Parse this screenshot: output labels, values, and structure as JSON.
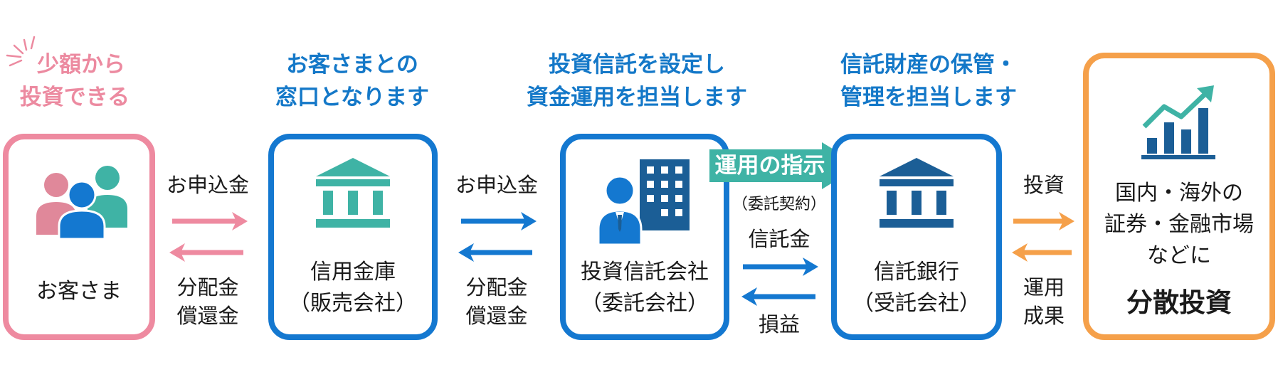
{
  "captions": {
    "customer": [
      "少額から",
      "投資できる"
    ],
    "shinkin": [
      "お客さまとの",
      "窓口となります"
    ],
    "itaku": [
      "投資信託を設定し",
      "資金運用を担当します"
    ],
    "trustbank": [
      "信託財産の保管・",
      "管理を担当します"
    ]
  },
  "boxes": {
    "customer": [
      "お客さま"
    ],
    "shinkin": [
      "信用金庫",
      "（販売会社）"
    ],
    "itaku": [
      "投資信託会社",
      "（委託会社）"
    ],
    "trustbank": [
      "信託銀行",
      "（受託会社）"
    ],
    "market": [
      "国内・海外の",
      "証券・金融市場",
      "などに"
    ],
    "market_emphasis": "分散投資"
  },
  "flows": {
    "a_top": "お申込金",
    "a_bottom": [
      "分配金",
      "償還金"
    ],
    "b_top": "お申込金",
    "b_bottom": [
      "分配金",
      "償還金"
    ],
    "c_instruction": "運用の指示",
    "c_contract": "（委託契約）",
    "c_top": "信託金",
    "c_bottom": "損益",
    "d_top": "投資",
    "d_bottom": [
      "運用",
      "成果"
    ]
  },
  "icons": {
    "customer": "people-group-icon",
    "shinkin": "bank-building-icon",
    "itaku": "businessman-office-icon",
    "trustbank": "bank-building-icon",
    "market": "rising-bar-chart-icon"
  },
  "colors": {
    "pink": "#ee8aa0",
    "blue": "#1478d0",
    "teal": "#3fb3a5",
    "navy": "#1b5e96",
    "orange": "#f5a04a"
  }
}
